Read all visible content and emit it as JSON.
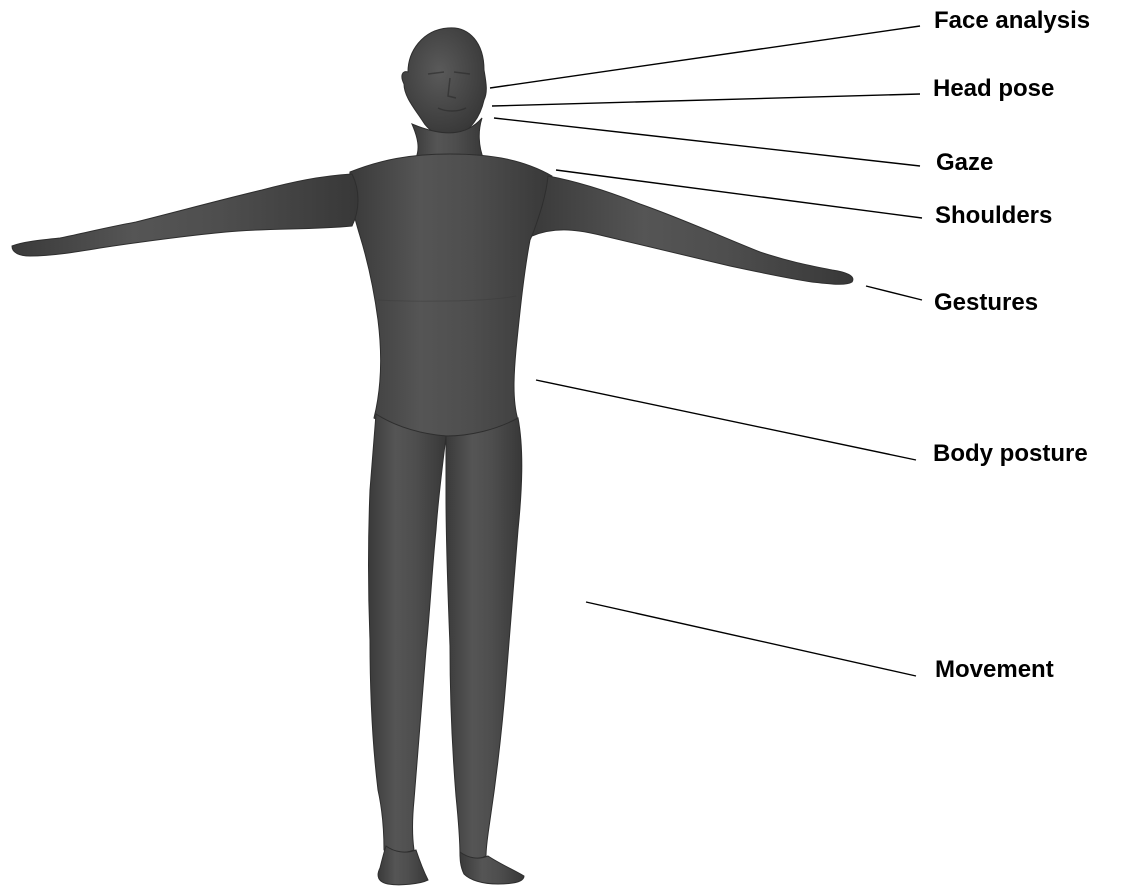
{
  "figure": {
    "subject": "3D humanoid body model in T-pose",
    "body_color": "#4b4b4b",
    "leader_line_color": "#000000"
  },
  "labels": {
    "face_analysis": "Face analysis",
    "head_pose": "Head pose",
    "gaze": "Gaze",
    "shoulders": "Shoulders",
    "gestures": "Gestures",
    "body_posture": "Body posture",
    "movement": "Movement"
  }
}
